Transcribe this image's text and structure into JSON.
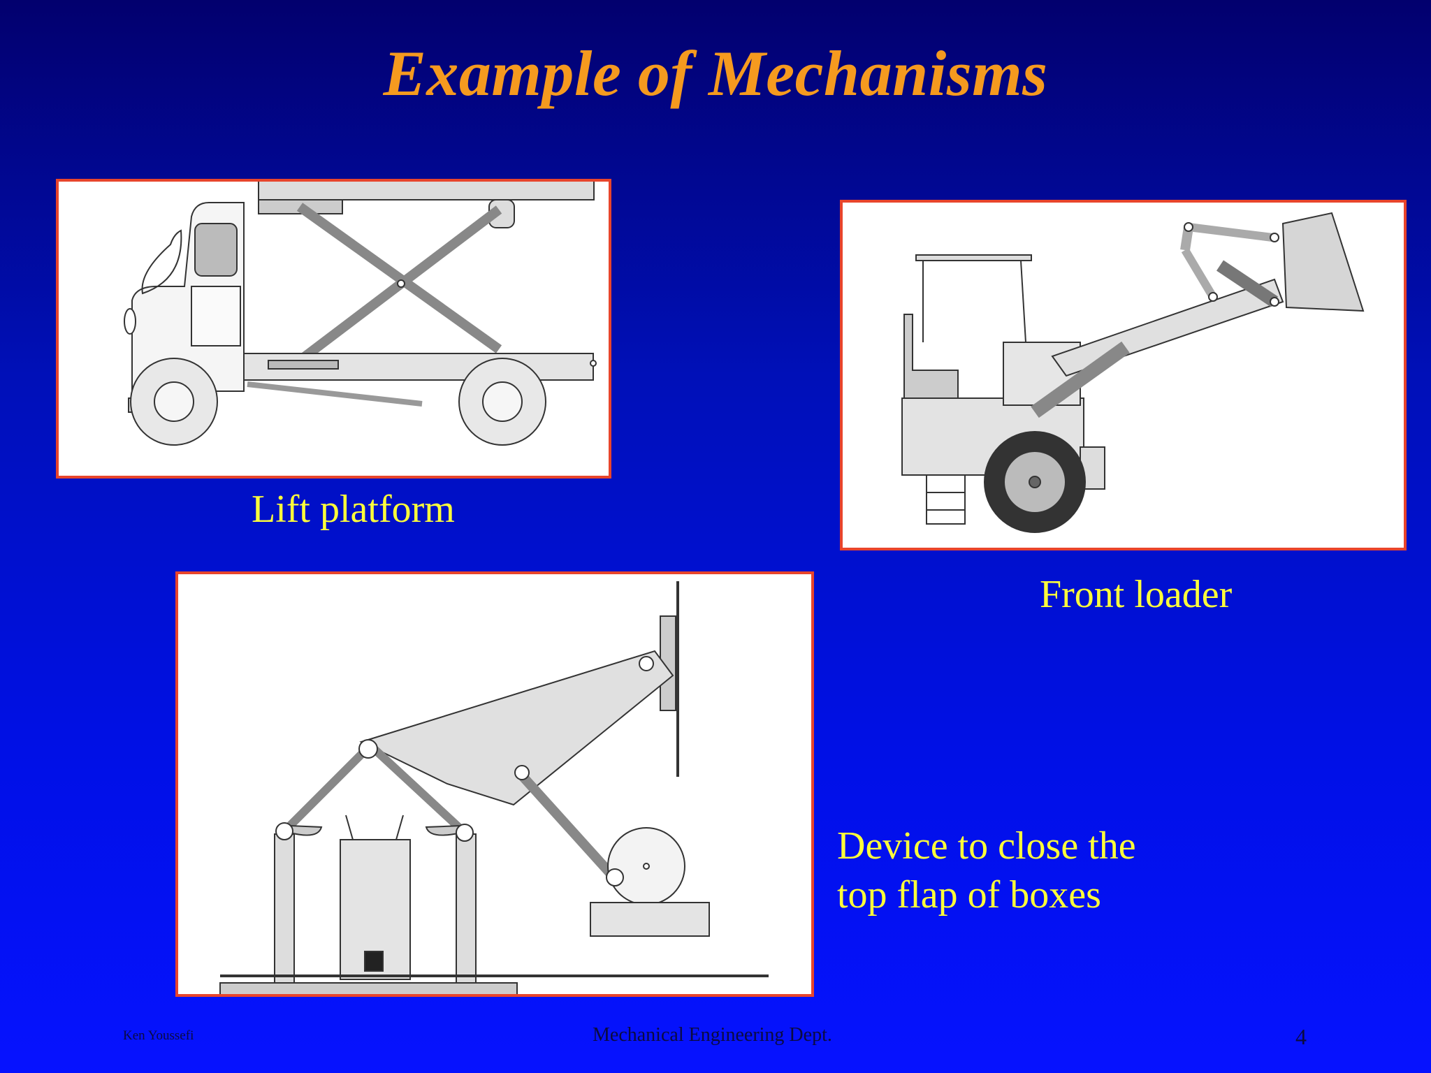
{
  "slide": {
    "title": "Example of Mechanisms",
    "page_number": "4"
  },
  "panels": {
    "lift": {
      "caption": "Lift platform"
    },
    "loader": {
      "caption": "Front loader"
    },
    "device": {
      "caption_line1": "Device to close the",
      "caption_line2": "top flap of boxes"
    }
  },
  "footer": {
    "author": "Ken Youssefi",
    "department": "Mechanical Engineering Dept."
  },
  "colors": {
    "title": "#f59a1f",
    "caption": "#ffff3a",
    "panel_border": "#e8452c",
    "background_top": "#02006e",
    "background_bottom": "#0612ff"
  }
}
